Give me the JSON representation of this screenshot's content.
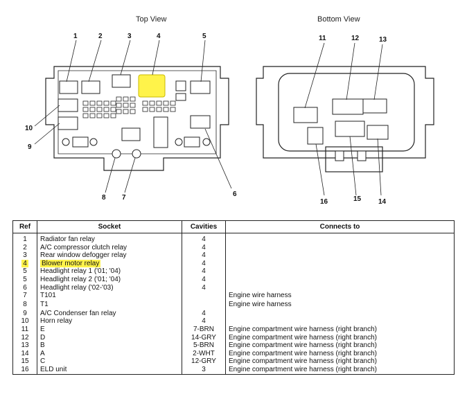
{
  "views": {
    "top": {
      "title": "Top View",
      "callouts": [
        "1",
        "2",
        "3",
        "4",
        "5",
        "6",
        "7",
        "8",
        "9",
        "10"
      ]
    },
    "bottom": {
      "title": "Bottom View",
      "callouts": [
        "11",
        "12",
        "13",
        "14",
        "15",
        "16"
      ]
    }
  },
  "highlight_color": "#fff34a",
  "highlighted_ref": "4",
  "table": {
    "headers": {
      "ref": "Ref",
      "socket": "Socket",
      "cavities": "Cavities",
      "connects": "Connects to"
    },
    "rows": [
      {
        "ref": "1",
        "socket": "Radiator fan relay",
        "cavities": "4",
        "connects": ""
      },
      {
        "ref": "2",
        "socket": "A/C compressor clutch relay",
        "cavities": "4",
        "connects": ""
      },
      {
        "ref": "3",
        "socket": "Rear window defogger relay",
        "cavities": "4",
        "connects": ""
      },
      {
        "ref": "4",
        "socket": "Blower motor relay",
        "cavities": "4",
        "connects": ""
      },
      {
        "ref": "5",
        "socket": "Headlight relay 1 ('01; '04)",
        "cavities": "4",
        "connects": ""
      },
      {
        "ref": "5",
        "socket": "Headlight relay 2 ('01; '04)",
        "cavities": "4",
        "connects": ""
      },
      {
        "ref": "6",
        "socket": "Headlight relay ('02-'03)",
        "cavities": "4",
        "connects": ""
      },
      {
        "ref": "7",
        "socket": "T101",
        "cavities": "",
        "connects": "Engine wire harness"
      },
      {
        "ref": "8",
        "socket": "T1",
        "cavities": "",
        "connects": "Engine wire harness"
      },
      {
        "ref": "9",
        "socket": "A/C Condenser fan relay",
        "cavities": "4",
        "connects": ""
      },
      {
        "ref": "10",
        "socket": "Horn relay",
        "cavities": "4",
        "connects": ""
      },
      {
        "ref": "11",
        "socket": "E",
        "cavities": "7-BRN",
        "connects": "Engine compartment wire harness (right branch)"
      },
      {
        "ref": "12",
        "socket": "D",
        "cavities": "14-GRY",
        "connects": "Engine compartment wire harness (right branch)"
      },
      {
        "ref": "13",
        "socket": "B",
        "cavities": "5-BRN",
        "connects": "Engine compartment wire harness (right branch)"
      },
      {
        "ref": "14",
        "socket": "A",
        "cavities": "2-WHT",
        "connects": "Engine compartment wire harness (right branch)"
      },
      {
        "ref": "15",
        "socket": "C",
        "cavities": "12-GRY",
        "connects": "Engine compartment wire harness (right branch)"
      },
      {
        "ref": "16",
        "socket": "ELD unit",
        "cavities": "3",
        "connects": "Engine compartment wire harness (right branch)"
      }
    ]
  }
}
